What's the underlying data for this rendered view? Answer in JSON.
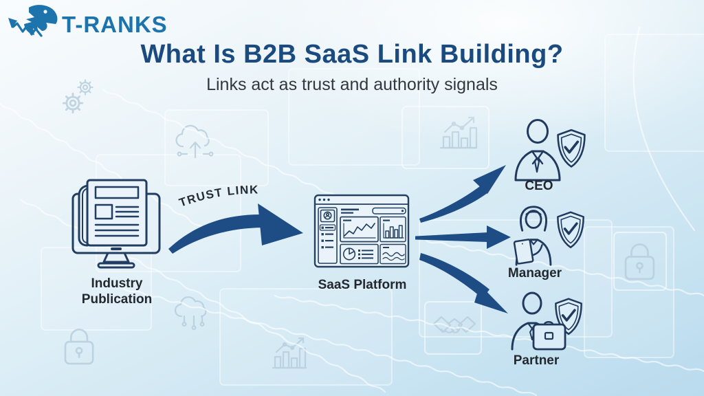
{
  "logo": {
    "brand": "T-RANKS",
    "icon": "trex-arrow-logo"
  },
  "header": {
    "title": "What Is B2B SaaS Link Building?",
    "subtitle": "Links act as trust and authority signals"
  },
  "diagram": {
    "source": {
      "line1": "Industry",
      "line2": "Publication",
      "icon": "newspaper-monitor-icon"
    },
    "trust_link_label": "TRUST LINK",
    "platform": {
      "label": "SaaS Platform",
      "icon": "dashboard-window-icon"
    },
    "targets": [
      {
        "label": "CEO",
        "icon": "ceo-person-icon",
        "badge": "shield-check-icon"
      },
      {
        "label": "Manager",
        "icon": "manager-person-icon",
        "badge": "shield-check-icon"
      },
      {
        "label": "Partner",
        "icon": "partner-briefcase-icon",
        "badge": "shield-check-icon"
      }
    ]
  },
  "background_icons": [
    "gears-icon",
    "cloud-upload-icon",
    "growth-chart-icon",
    "handshake-icon",
    "padlock-icon",
    "cloud-download-icon",
    "bar-chart-icon",
    "padlock-icon"
  ],
  "colors": {
    "title_navy": "#1b4b7e",
    "arrow_navy": "#1d4d84",
    "icon_stroke": "#213d61",
    "logo_blue": "#1d74ad",
    "label_text": "#23282f",
    "bg_top": "#f9fcfe",
    "bg_bottom": "#b9dbee",
    "faint_icon": "#b7cedd"
  }
}
